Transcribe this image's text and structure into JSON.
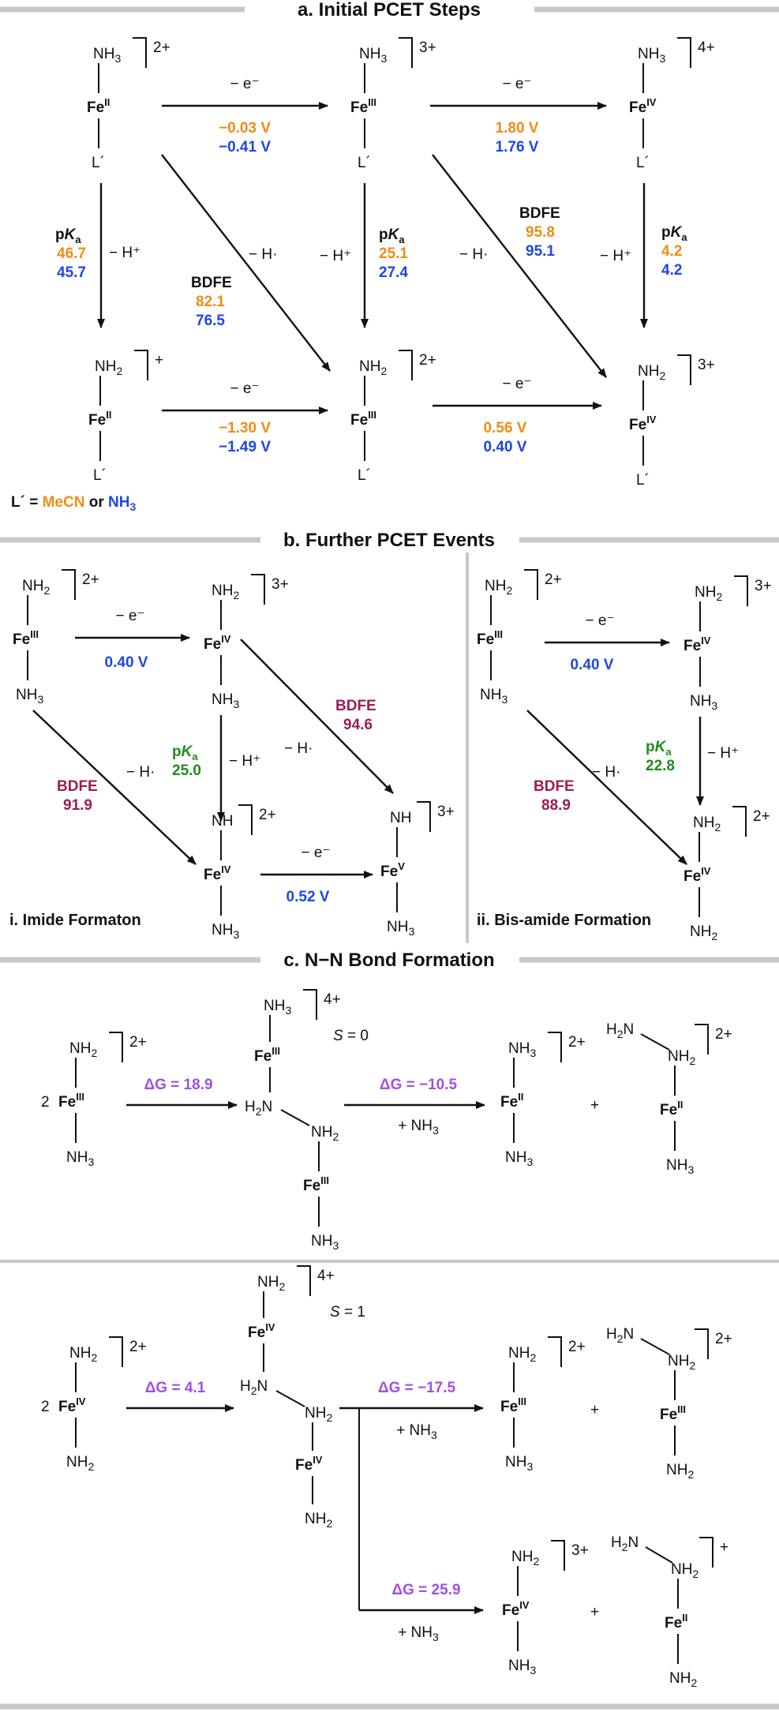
{
  "section_a": {
    "title": "a. Initial PCET Steps",
    "species": {
      "fe2_top": {
        "top": "NH3",
        "metal": "Fe",
        "ox": "II",
        "bottom": "L´",
        "charge": "2+"
      },
      "fe3_top": {
        "top": "NH3",
        "metal": "Fe",
        "ox": "III",
        "bottom": "L´",
        "charge": "3+"
      },
      "fe4_top": {
        "top": "NH3",
        "metal": "Fe",
        "ox": "IV",
        "bottom": "L´",
        "charge": "4+"
      },
      "fe2_bot": {
        "top": "NH2",
        "metal": "Fe",
        "ox": "II",
        "bottom": "L´",
        "charge": "+"
      },
      "fe3_bot": {
        "top": "NH2",
        "metal": "Fe",
        "ox": "III",
        "bottom": "L´",
        "charge": "2+"
      },
      "fe4_bot": {
        "top": "NH2",
        "metal": "Fe",
        "ox": "IV",
        "bottom": "L´",
        "charge": "3+"
      }
    },
    "minus_e": "− e⁻",
    "minus_h": "− H·",
    "minus_hplus": "− H⁺",
    "pka_label": "pKa",
    "bdfe_label": "BDFE",
    "e1_mecn": "−0.03 V",
    "e1_nh3": "−0.41 V",
    "e2_mecn": "1.80 V",
    "e2_nh3": "1.76 V",
    "e3_mecn": "−1.30 V",
    "e3_nh3": "−1.49 V",
    "e4_mecn": "0.56 V",
    "e4_nh3": "0.40 V",
    "pka1_mecn": "46.7",
    "pka1_nh3": "45.7",
    "pka2_mecn": "25.1",
    "pka2_nh3": "27.4",
    "pka3_mecn": "4.2",
    "pka3_nh3": "4.2",
    "bdfe1_mecn": "82.1",
    "bdfe1_nh3": "76.5",
    "bdfe2_mecn": "95.8",
    "bdfe2_nh3": "95.1",
    "legend_prefix": "L´ =",
    "legend_mecn": "MeCN",
    "legend_or": "or",
    "legend_nh3": "NH3"
  },
  "section_b": {
    "title": "b. Further PCET Events",
    "i": {
      "label": "i. Imide Formaton",
      "e1": "0.40 V",
      "e2": "0.52 V",
      "pka": "25.0",
      "bdfe1": "91.9",
      "bdfe2": "94.6"
    },
    "ii": {
      "label": "ii. Bis-amide Formation",
      "e1": "0.40 V",
      "pka": "22.8",
      "bdfe1": "88.9"
    }
  },
  "section_c": {
    "title": "c. N−N Bond Formation",
    "top": {
      "spin": "S = 0",
      "dg1": "ΔG = 18.9",
      "dg2": "ΔG = −10.5",
      "plus_nh3": "+ NH3",
      "coef": "2"
    },
    "bottom": {
      "spin": "S = 1",
      "dg1": "ΔG = 4.1",
      "dg2": "ΔG = −17.5",
      "dg3": "ΔG = 25.9",
      "plus_nh3": "+ NH3",
      "coef": "2"
    },
    "plus": "+"
  },
  "colors": {
    "mecn": "#f08c14",
    "nh3": "#1e46e6",
    "pka_b": "#1e8c1e",
    "bdfe_b": "#9b1e50",
    "dg": "#a050e6",
    "separator": "#c8c8c8"
  }
}
